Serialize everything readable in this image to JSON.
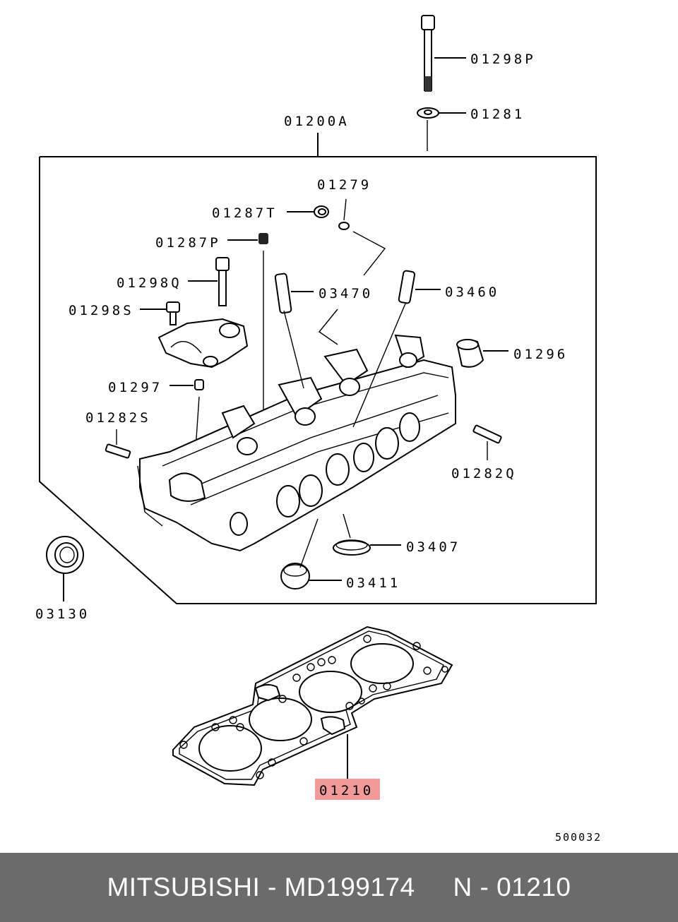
{
  "labels": {
    "p01298P": "01298P",
    "p01281": "01281",
    "p01200A": "01200A",
    "p01279": "01279",
    "p01287T": "01287T",
    "p01287P": "01287P",
    "p01298Q": "01298Q",
    "p03470": "03470",
    "p03460": "03460",
    "p01298S": "01298S",
    "p01296": "01296",
    "p01297": "01297",
    "p01282S": "01282S",
    "p01282Q": "01282Q",
    "p03407": "03407",
    "p03411": "03411",
    "p03130": "03130",
    "p01210": "01210"
  },
  "figure_code": "500032",
  "highlight_color": "#f29a9a",
  "footer": {
    "brand": "MITSUBISHI",
    "part_number": "MD199174",
    "ref": "N - 01210",
    "text": "MITSUBISHI - MD199174     N - 01210"
  }
}
